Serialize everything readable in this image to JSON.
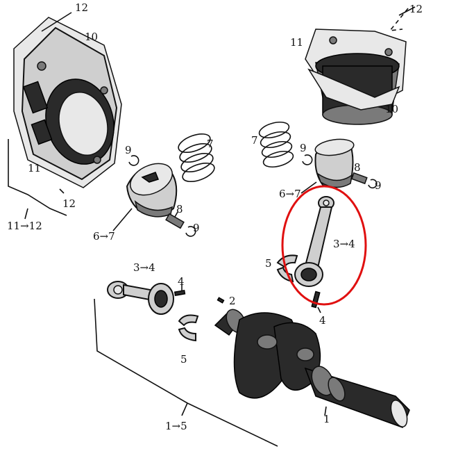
{
  "labels": {
    "head_left_gasket_top": "12",
    "head_left_top": "10",
    "head_left_body": "11",
    "head_left_gasket_bottom": "12",
    "head_left_group": "11→12",
    "head_right_gasket_top": "12",
    "head_right_body": "11",
    "head_right_top": "10",
    "rings_left": "7",
    "clip_left_top": "9",
    "piston_left": "6→7",
    "pin_left": "8",
    "clip_left_bottom": "9",
    "rings_right": "7",
    "clip_right_top": "9",
    "piston_right": "6→7",
    "pin_right": "8",
    "clip_right_side": "9",
    "rod_left": "3→4",
    "bolt_left": "4",
    "bearing_left": "5",
    "key": "2",
    "rod_right": "3→4",
    "bearing_right": "5",
    "bolt_right": "4",
    "crankshaft": "1",
    "crank_group": "1→5"
  },
  "highlight": {
    "shape": "ellipse",
    "color": "#e01010",
    "target": "rod_right"
  }
}
